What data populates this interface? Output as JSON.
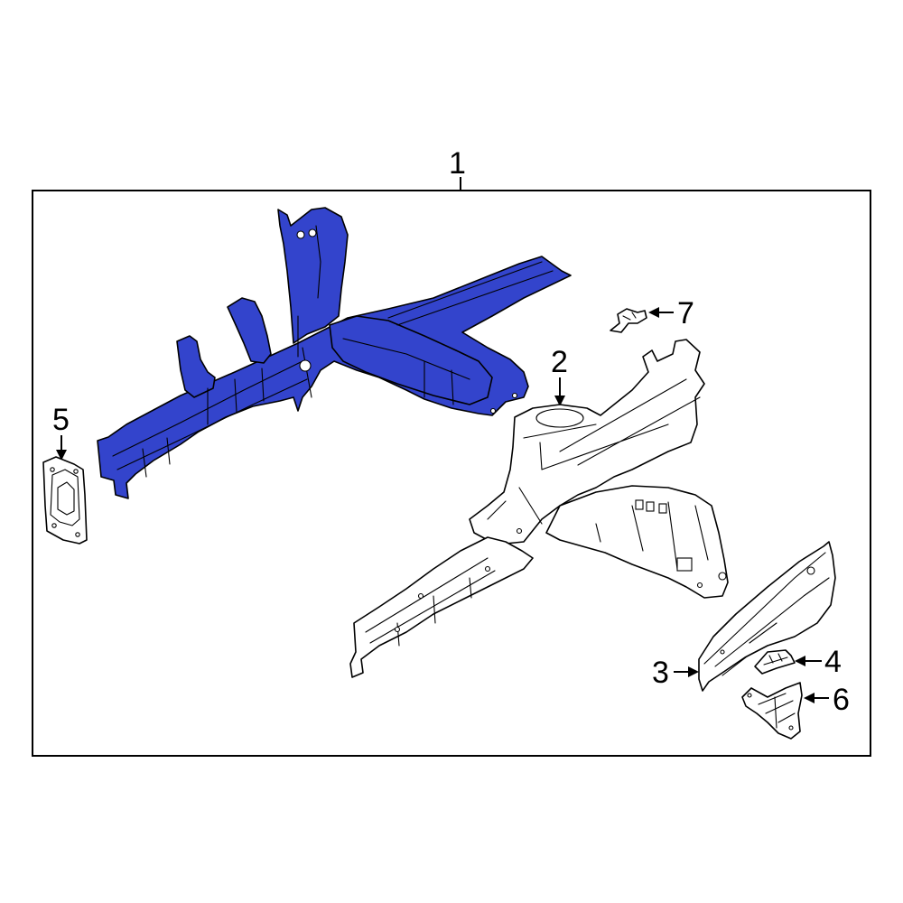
{
  "colors": {
    "highlight": "#3344cc",
    "highlight_dark": "#1f2a99",
    "outline": "#000000",
    "background": "#ffffff",
    "part_fill": "#ffffff"
  },
  "callouts": [
    {
      "id": "1",
      "label": "1"
    },
    {
      "id": "2",
      "label": "2"
    },
    {
      "id": "3",
      "label": "3"
    },
    {
      "id": "4",
      "label": "4"
    },
    {
      "id": "5",
      "label": "5"
    },
    {
      "id": "6",
      "label": "6"
    },
    {
      "id": "7",
      "label": "7"
    }
  ]
}
